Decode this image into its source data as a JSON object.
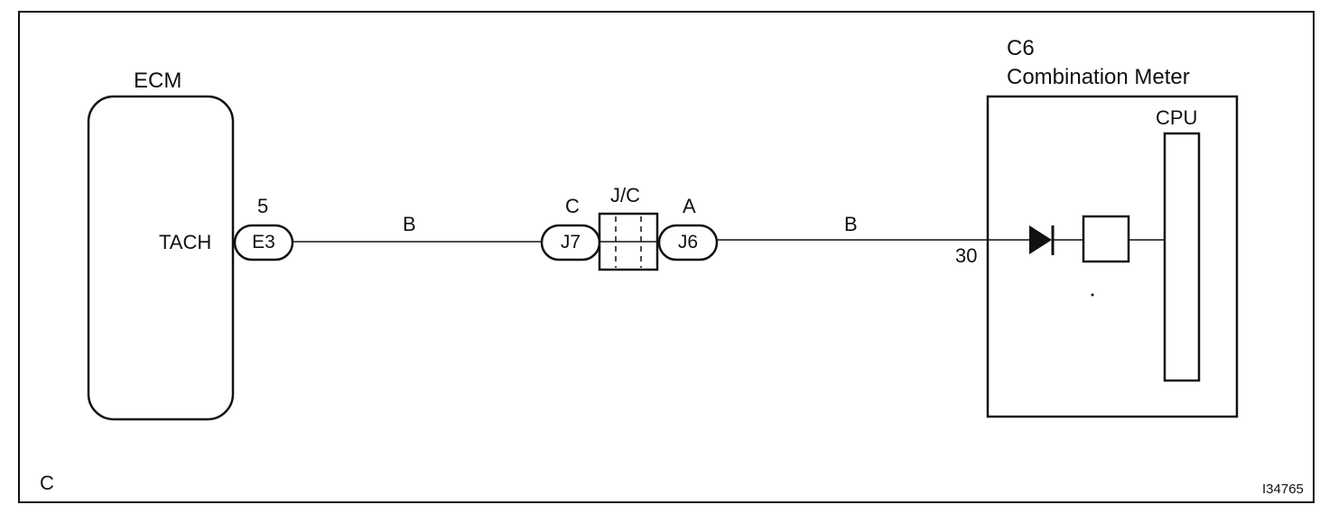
{
  "ecm": {
    "title": "ECM",
    "terminal_label": "TACH",
    "pin_number": "5",
    "connector": "E3"
  },
  "wire_left": {
    "color_code": "B"
  },
  "junction": {
    "title": "J/C",
    "left_connector": "J7",
    "left_letter": "C",
    "right_connector": "J6",
    "right_letter": "A"
  },
  "wire_right": {
    "color_code": "B"
  },
  "meter": {
    "code": "C6",
    "name": "Combination Meter",
    "pin_number": "30",
    "cpu_label": "CPU"
  },
  "footer": {
    "corner_letter": "C",
    "figure_id": "I34765"
  }
}
